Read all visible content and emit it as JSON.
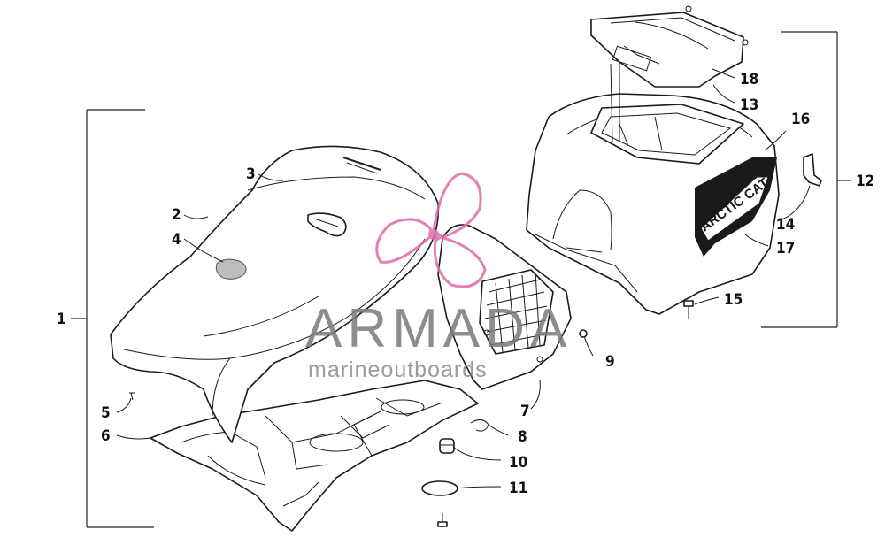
{
  "callouts": {
    "c1": "1",
    "c2": "2",
    "c3": "3",
    "c4": "4",
    "c5": "5",
    "c6": "6",
    "c7": "7",
    "c8": "8",
    "c9": "9",
    "c10": "10",
    "c11": "11",
    "c12": "12",
    "c13": "13",
    "c14": "14",
    "c15": "15",
    "c16": "16",
    "c17": "17",
    "c18": "18"
  },
  "watermark": {
    "title": "ARMADA",
    "subtitle": "marineoutboards",
    "color": "#e06aa8"
  },
  "decals": {
    "side_logo": "ARCTIC CAT"
  }
}
